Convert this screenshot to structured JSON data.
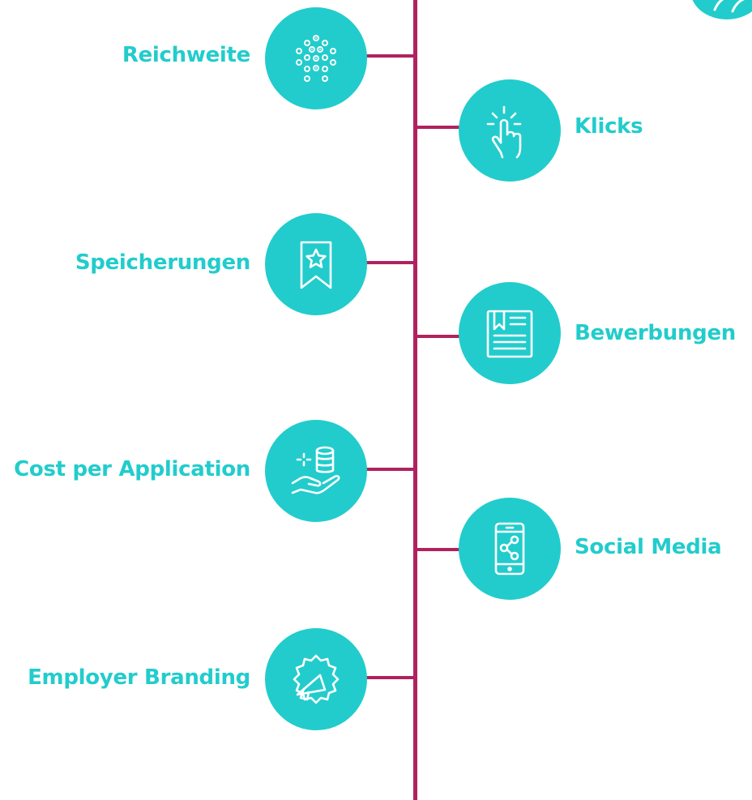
{
  "colors": {
    "accent": "#22cccc",
    "spine": "#b0225f",
    "icon_stroke": "#ffffff",
    "background": "#ffffff"
  },
  "milestones": [
    {
      "label": "Reichweite",
      "icon": "dots-cluster-icon",
      "side": "left"
    },
    {
      "label": "Klicks",
      "icon": "tap-hand-icon",
      "side": "right"
    },
    {
      "label": "Speicherungen",
      "icon": "bookmark-star-icon",
      "side": "left"
    },
    {
      "label": "Bewerbungen",
      "icon": "document-icon",
      "side": "right"
    },
    {
      "label": "Cost per Application",
      "icon": "hand-coins-icon",
      "side": "left"
    },
    {
      "label": "Social Media",
      "icon": "phone-share-icon",
      "side": "right"
    },
    {
      "label": "Employer Branding",
      "icon": "megaphone-badge-icon",
      "side": "left"
    }
  ],
  "corner_badge": {
    "icon": "badge-icon"
  }
}
